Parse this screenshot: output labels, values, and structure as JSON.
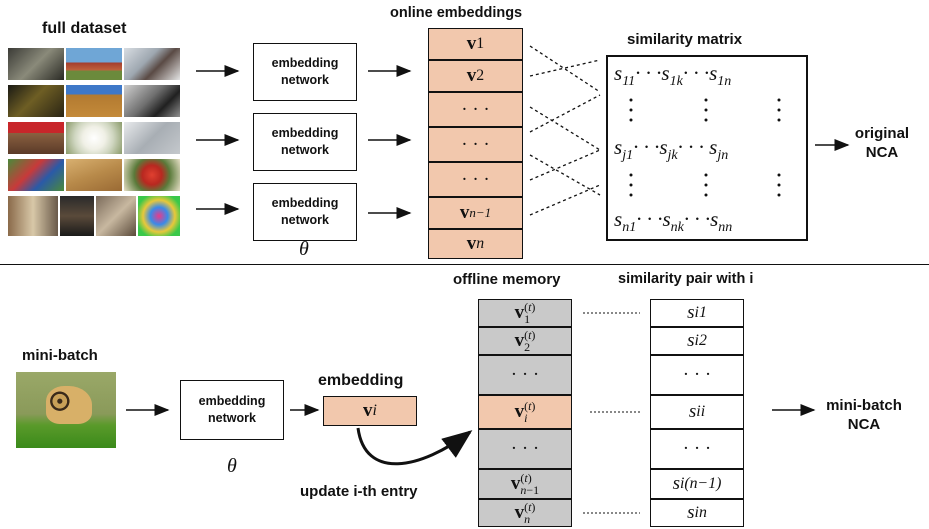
{
  "top": {
    "full_dataset_label": "full dataset",
    "online_embeddings_label": "online embeddings",
    "similarity_matrix_label": "similarity matrix",
    "network_box_label": "embedding network",
    "theta": "θ",
    "embeddings": [
      "v1",
      "v2",
      "· · ·",
      "· · ·",
      "· · ·",
      "vn−1",
      "vn"
    ],
    "matrix_rows": [
      "s11 · · · s1k · · · s1n",
      "sj1 · · · sjk · · · sjn",
      "sn1 · · · snk · · · snn"
    ],
    "output_label": "original NCA"
  },
  "bottom": {
    "mini_batch_label": "mini-batch",
    "network_box_label": "embedding network",
    "theta": "θ",
    "embedding_label": "embedding",
    "embedding_value": "vi",
    "update_label": "update i-th entry",
    "offline_memory_label": "offline memory",
    "similarity_pair_label": "similarity pair with i",
    "memory_cells": [
      "v1(t)",
      "v2(t)",
      "· · ·",
      "vi(t)",
      "· · ·",
      "vn−1(t)",
      "vn(t)"
    ],
    "pair_cells": [
      "si1",
      "si2",
      "· · ·",
      "sii",
      "· · ·",
      "si(n−1)",
      "sin"
    ],
    "output_label": "mini-batch NCA"
  },
  "colors": {
    "embedding_fill": "#f2c8ad",
    "memory_fill": "#c9c9c9"
  }
}
